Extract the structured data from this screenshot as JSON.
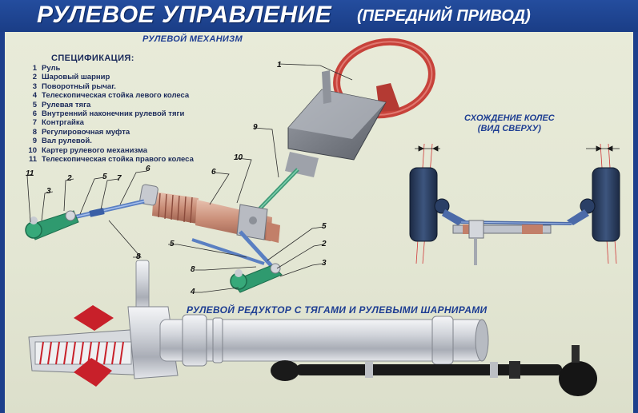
{
  "title": "РУЛЕВОЕ УПРАВЛЕНИЕ",
  "subtitle": "(ПЕРЕДНИЙ ПРИВОД)",
  "mechanism_title": "РУЛЕВОЙ МЕХАНИЗМ",
  "specification": {
    "heading": "СПЕЦИФИКАЦИЯ:",
    "items": [
      {
        "num": "1",
        "text": "Руль"
      },
      {
        "num": "2",
        "text": "Шаровый шарнир"
      },
      {
        "num": "3",
        "text": "Поворотный рычаг."
      },
      {
        "num": "4",
        "text": "Телескопическая стойка левого колеса"
      },
      {
        "num": "5",
        "text": "Рулевая тяга"
      },
      {
        "num": "6",
        "text": "Внутренний наконечник рулевой тяги"
      },
      {
        "num": "7",
        "text": "Контргайка"
      },
      {
        "num": "8",
        "text": "Регулировочная муфта"
      },
      {
        "num": "9",
        "text": "Вал рулевой."
      },
      {
        "num": "10",
        "text": "Картер рулевого механизма"
      },
      {
        "num": "11",
        "text": "Телескопическая стойка правого колеса"
      }
    ]
  },
  "toe_title": {
    "line1": "СХОЖДЕНИЕ КОЛЕС",
    "line2": "(ВИД СВЕРХУ)"
  },
  "gear_title": "РУЛЕВОЙ РЕДУКТОР С ТЯГАМИ И РУЛЕВЫМИ ШАРНИРАМИ",
  "callouts": {
    "c1": "1",
    "c9": "9",
    "c10": "10",
    "c6a": "6",
    "c6b": "6",
    "c7": "7",
    "c5a": "5",
    "c2a": "2",
    "c3a": "3",
    "c11": "11",
    "c8a": "8",
    "c5b": "5",
    "c8b": "8",
    "c5c": "5",
    "c2b": "2",
    "c3b": "3",
    "c4": "4"
  },
  "colors": {
    "background": "#e5e8d5",
    "frame": "#1d3f8c",
    "title_text": "#ffffff",
    "label_blue": "#1d3d92",
    "wheel_red": "#c7423a",
    "rod_blue": "#5a7fc2",
    "knuckle_green": "#2f9a6f",
    "cutaway_red": "#c8202a",
    "aluminium": "#c9ccd2",
    "rod_black": "#1a1a1a"
  }
}
